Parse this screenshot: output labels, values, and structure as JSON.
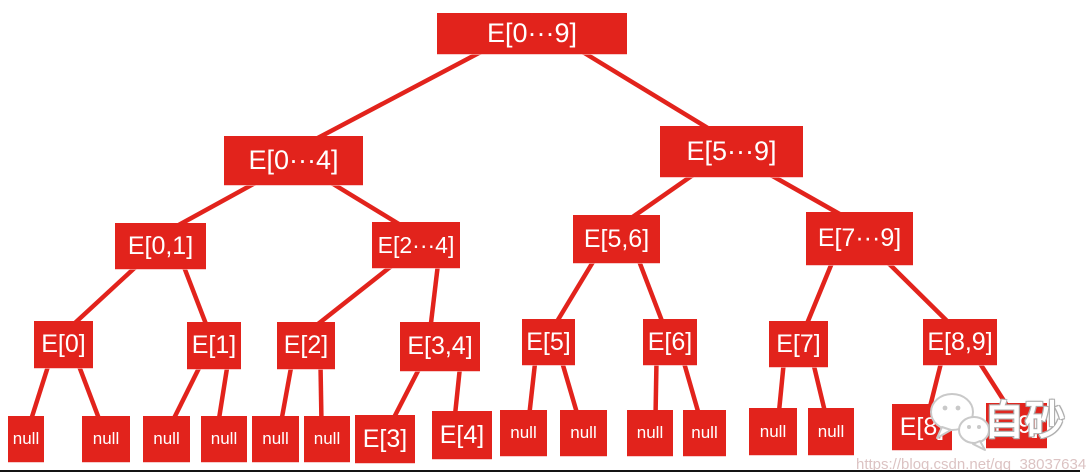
{
  "colors": {
    "node": "#e2231c",
    "line": "#e2231c",
    "node_text": "#ffffff",
    "url": "#dcc3c3",
    "watermark_text": "#ffffff"
  },
  "nodes": {
    "e0_9": "E[0···9]",
    "e0_4": "E[0···4]",
    "e5_9": "E[5···9]",
    "e0_1": "E[0,1]",
    "e2_4": "E[2···4]",
    "e5_6": "E[5,6]",
    "e7_9": "E[7···9]",
    "e0": "E[0]",
    "e1": "E[1]",
    "e2": "E[2]",
    "e3_4": "E[3,4]",
    "e5": "E[5]",
    "e6": "E[6]",
    "e7": "E[7]",
    "e8_9": "E[8,9]",
    "e3": "E[3]",
    "e4": "E[4]",
    "e8": "E[8]",
    "e9": "E[9]",
    "null_label": "null"
  },
  "watermark": {
    "overlay_text": "自砂",
    "url_text": "https://blog.csdn.net/qq_38037634"
  }
}
